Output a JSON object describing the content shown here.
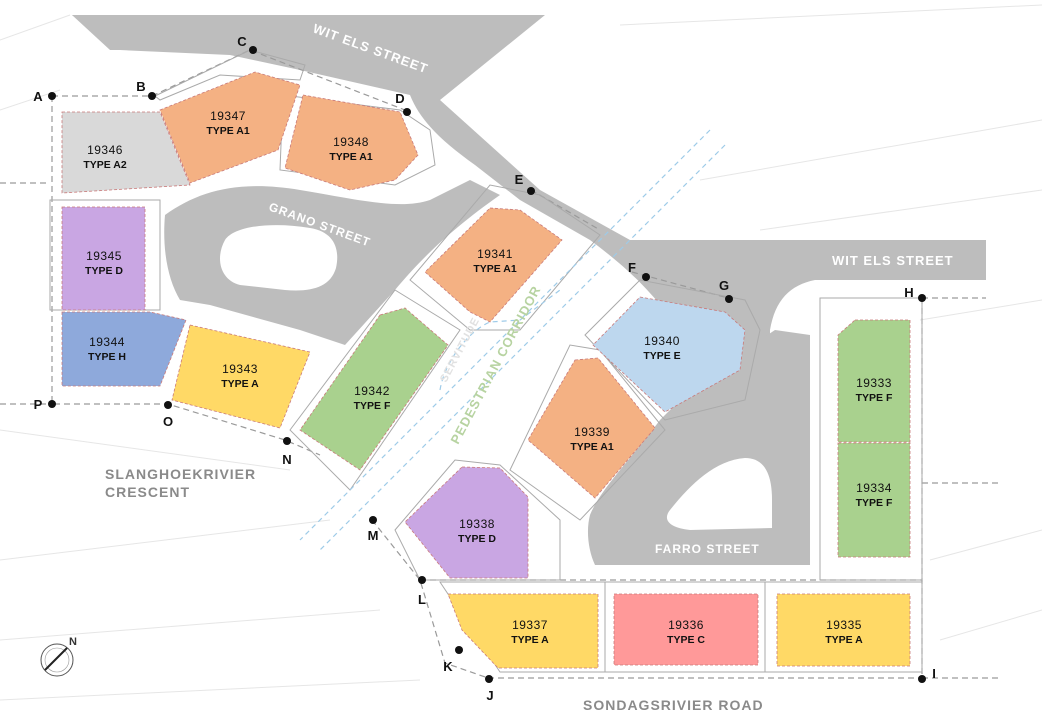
{
  "streets": {
    "wit_els_top": "WIT ELS STREET",
    "wit_els_right": "WIT ELS STREET",
    "grano": "GRANO STREET",
    "farro": "FARRO STREET",
    "slanghoek_line1": "SLANGHOEKRIVIER",
    "slanghoek_line2": "CRESCENT",
    "sondagsrivier": "SONDAGSRIVIER ROAD"
  },
  "corridor": {
    "pedestrian": "PEDESTRIAN CORRIDOR",
    "servitude": "SERVITUDE"
  },
  "compass": {
    "north": "N"
  },
  "plots": [
    {
      "id": "19346",
      "type": "TYPE A2",
      "color": "#d9d9d9"
    },
    {
      "id": "19347",
      "type": "TYPE A1",
      "color": "#f4b183"
    },
    {
      "id": "19348",
      "type": "TYPE A1",
      "color": "#f4b183"
    },
    {
      "id": "19345",
      "type": "TYPE D",
      "color": "#c9a6e3"
    },
    {
      "id": "19344",
      "type": "TYPE H",
      "color": "#8ea9db"
    },
    {
      "id": "19343",
      "type": "TYPE A",
      "color": "#ffd966"
    },
    {
      "id": "19342",
      "type": "TYPE F",
      "color": "#a9d18e"
    },
    {
      "id": "19341",
      "type": "TYPE A1",
      "color": "#f4b183"
    },
    {
      "id": "19340",
      "type": "TYPE E",
      "color": "#bdd7ee"
    },
    {
      "id": "19339",
      "type": "TYPE A1",
      "color": "#f4b183"
    },
    {
      "id": "19338",
      "type": "TYPE D",
      "color": "#c9a6e3"
    },
    {
      "id": "19333",
      "type": "TYPE F",
      "color": "#a9d18e"
    },
    {
      "id": "19334",
      "type": "TYPE F",
      "color": "#a9d18e"
    },
    {
      "id": "19337",
      "type": "TYPE A",
      "color": "#ffd966"
    },
    {
      "id": "19336",
      "type": "TYPE C",
      "color": "#ff9999"
    },
    {
      "id": "19335",
      "type": "TYPE A",
      "color": "#ffd966"
    }
  ],
  "points": [
    "A",
    "B",
    "C",
    "D",
    "E",
    "F",
    "G",
    "H",
    "I",
    "J",
    "K",
    "L",
    "M",
    "N",
    "O",
    "P"
  ]
}
